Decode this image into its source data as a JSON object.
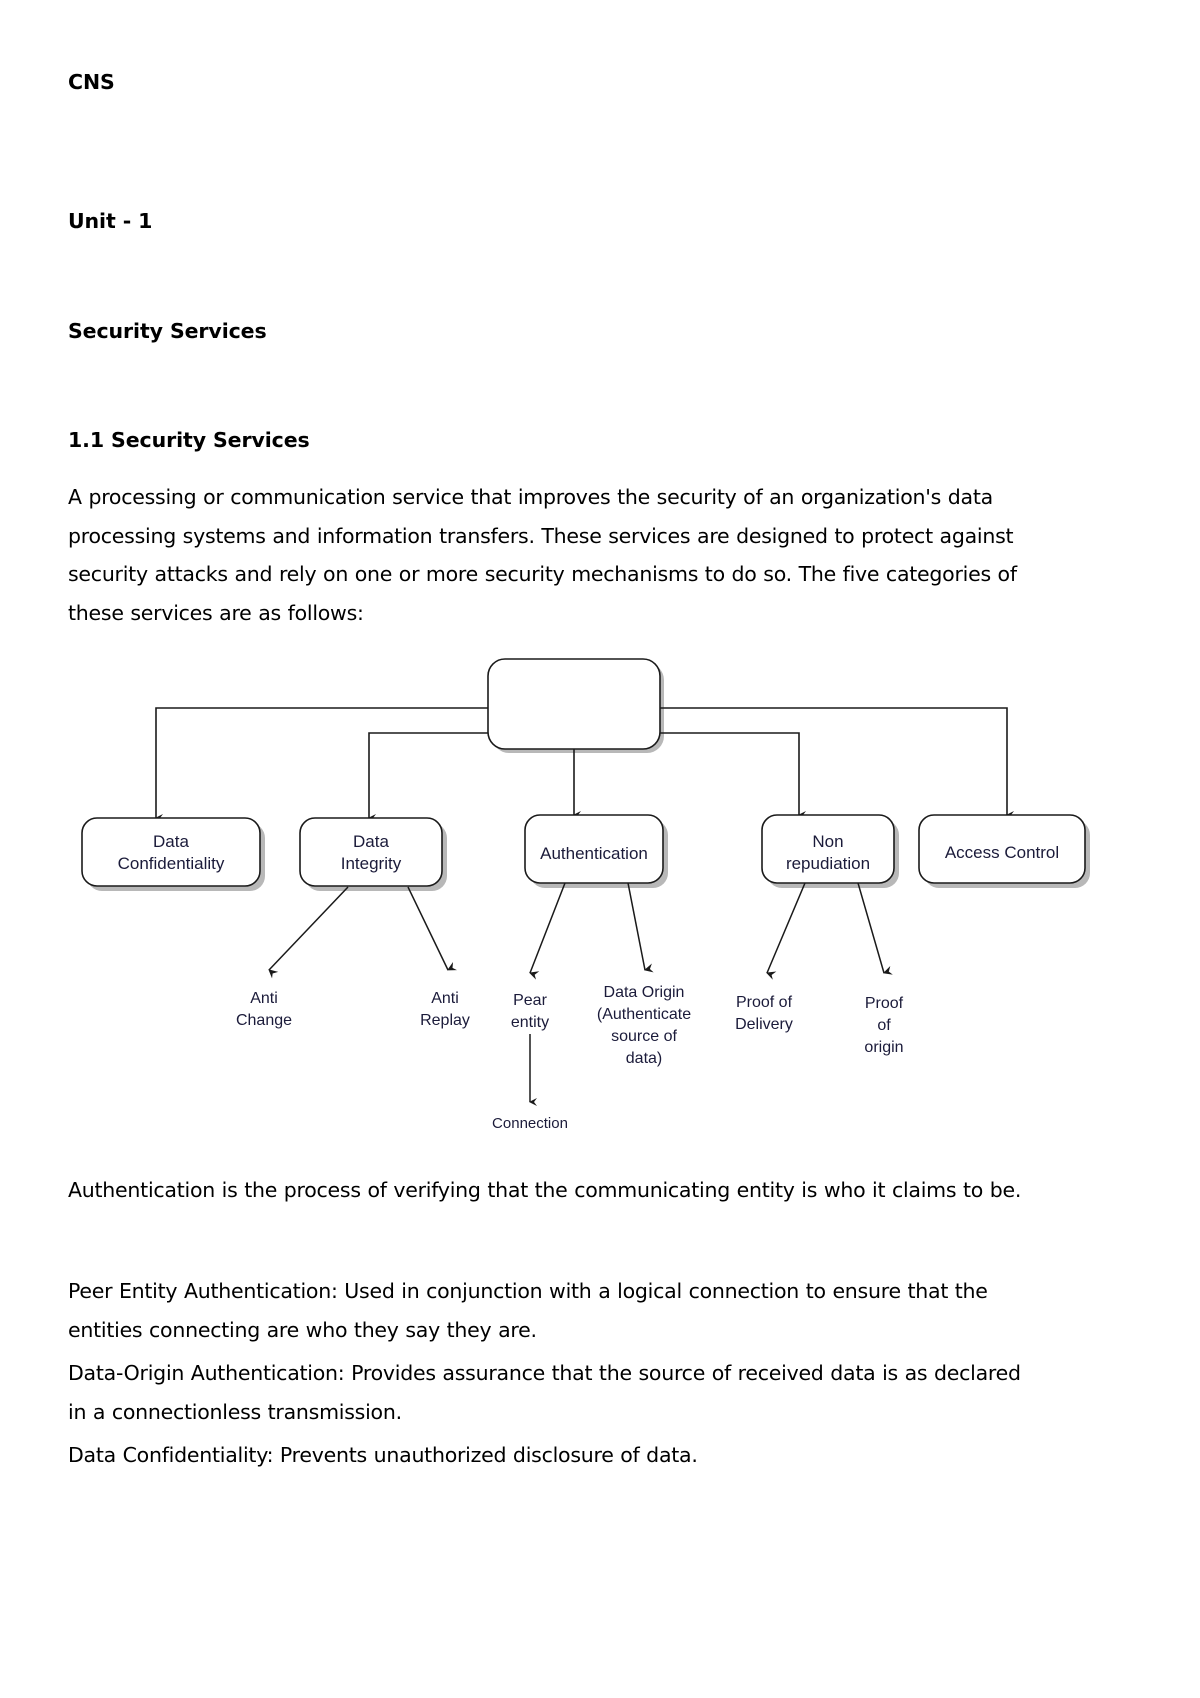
{
  "document": {
    "title": "CNS",
    "unit": "Unit - 1",
    "section_title": "Security Services",
    "subsection_title": "1.1 Security Services",
    "intro_paragraph": "A processing or communication service that improves the security of an organization's data processing systems and information transfers. These services are designed to protect against security attacks and rely on one or more security mechanisms to do so. The five categories of these services are as follows:",
    "paragraph_authentication": "Authentication is the process of verifying that the communicating entity is who it claims to be.",
    "paragraph_peer_entity": "Peer Entity Authentication: Used in conjunction with a logical connection to ensure that the entities connecting are who they say they are.",
    "paragraph_data_origin": "Data-Origin Authentication: Provides assurance that the source of received data is as declared in a connectionless transmission.",
    "paragraph_data_confidentiality": "Data Confidentiality: Prevents unauthorized disclosure of data."
  },
  "diagram": {
    "root": {
      "label": ""
    },
    "categories": [
      {
        "id": "data-confidentiality",
        "line1": "Data",
        "line2": "Confidentiality"
      },
      {
        "id": "data-integrity",
        "line1": "Data",
        "line2": "Integrity"
      },
      {
        "id": "authentication",
        "line1": "Authentication",
        "line2": ""
      },
      {
        "id": "non-repudiation",
        "line1": "Non",
        "line2": "repudiation"
      },
      {
        "id": "access-control",
        "line1": "Access Control",
        "line2": ""
      }
    ],
    "leaves": [
      {
        "id": "anti-change",
        "lines": [
          "Anti",
          "Change"
        ]
      },
      {
        "id": "anti-replay",
        "lines": [
          "Anti",
          "Replay"
        ]
      },
      {
        "id": "pear-entity",
        "lines": [
          "Pear",
          "entity"
        ]
      },
      {
        "id": "data-origin",
        "lines": [
          "Data Origin",
          "(Authenticate",
          "source of",
          "data)"
        ]
      },
      {
        "id": "proof-of-delivery",
        "lines": [
          "Proof of",
          "Delivery"
        ]
      },
      {
        "id": "proof-of-origin",
        "lines": [
          "Proof",
          "of",
          "origin"
        ]
      }
    ],
    "sub_leaf": {
      "id": "connection",
      "label": "Connection"
    },
    "colors": {
      "stroke": "#1a1a1a",
      "box_fill": "#ffffff",
      "label": "#1b1b3a",
      "shadow": "#b0b0b0"
    }
  }
}
